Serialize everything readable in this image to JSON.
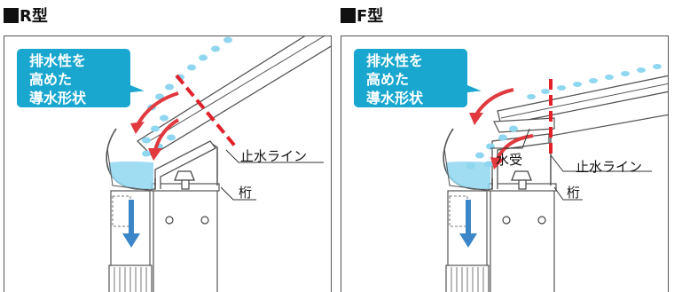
{
  "panels": [
    {
      "title": "R型",
      "callout": [
        "排水性を",
        "高めた",
        "導水形状"
      ],
      "labels": {
        "stop_line": "止水ライン",
        "beam": "桁"
      }
    },
    {
      "title": "F型",
      "callout": [
        "排水性を",
        "高めた",
        "導水形状"
      ],
      "labels": {
        "water_receiver": "水受",
        "stop_line": "止水ライン",
        "beam": "桁"
      }
    }
  ],
  "colors": {
    "callout": "#1aa7cf",
    "water": "#8fd6f0",
    "flow_arrow": "#e0393e",
    "stop_line": "#e0212a",
    "drain_arrow": "#3a86c8"
  }
}
